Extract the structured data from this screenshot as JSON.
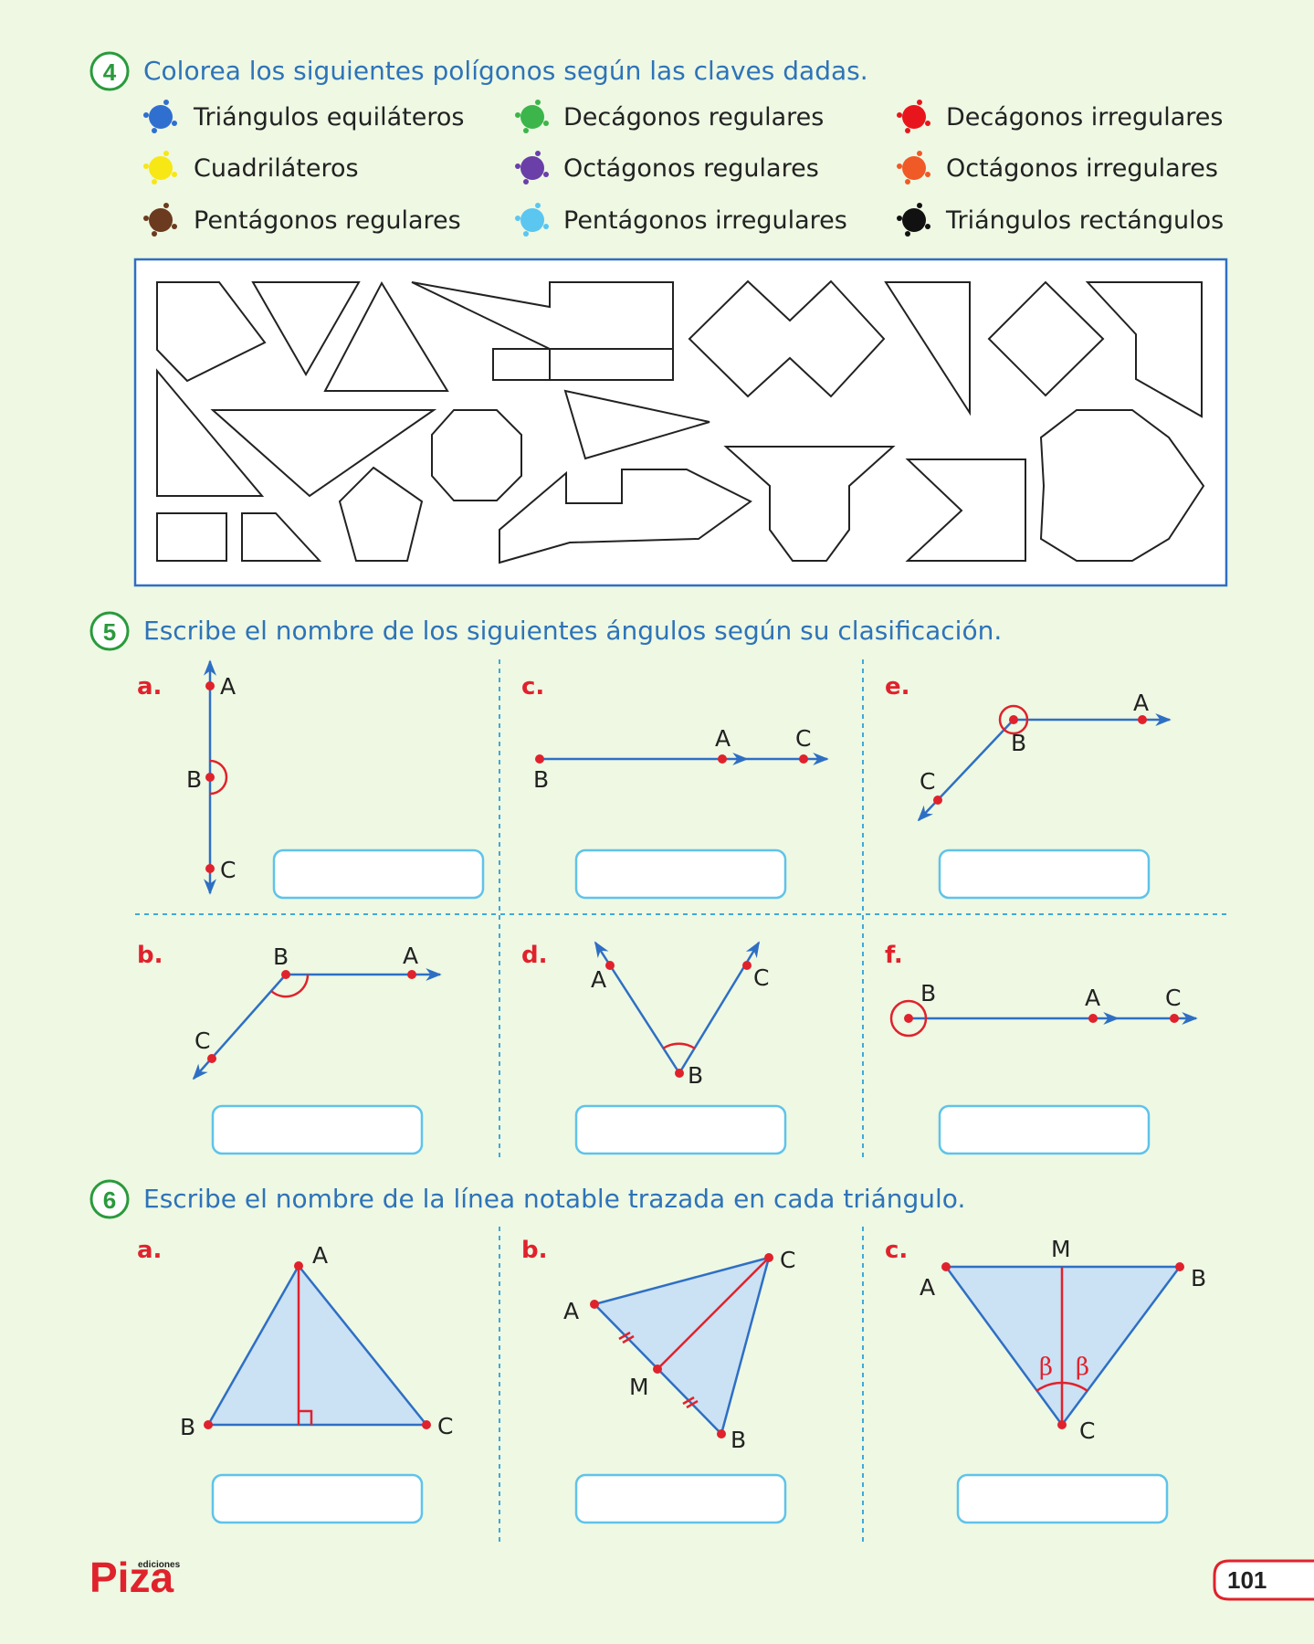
{
  "exercise4": {
    "number": "4",
    "instruction": "Colorea los siguientes polígonos según las claves dadas.",
    "legend": [
      {
        "label": "Triángulos equiláteros",
        "color": "#2f6fd0"
      },
      {
        "label": "Decágonos regulares",
        "color": "#3cb54a"
      },
      {
        "label": "Decágonos irregulares",
        "color": "#e8161c"
      },
      {
        "label": "Cuadriláteros",
        "color": "#f7e714"
      },
      {
        "label": "Octágonos regulares",
        "color": "#6a3fa8"
      },
      {
        "label": "Octágonos irregulares",
        "color": "#f05a26"
      },
      {
        "label": "Pentágonos regulares",
        "color": "#6b3a1f"
      },
      {
        "label": "Pentágonos irregulares",
        "color": "#5bc6f0"
      },
      {
        "label": "Triángulos rectángulos",
        "color": "#111111"
      }
    ]
  },
  "exercise5": {
    "number": "5",
    "instruction": "Escribe el nombre de los siguientes ángulos según su clasificación.",
    "items": [
      {
        "letter": "a.",
        "points": [
          "A",
          "B",
          "C"
        ]
      },
      {
        "letter": "c.",
        "points": [
          "B",
          "A",
          "C"
        ]
      },
      {
        "letter": "e.",
        "points": [
          "B",
          "A",
          "C"
        ]
      },
      {
        "letter": "b.",
        "points": [
          "B",
          "A",
          "C"
        ]
      },
      {
        "letter": "d.",
        "points": [
          "A",
          "C",
          "B"
        ]
      },
      {
        "letter": "f.",
        "points": [
          "B",
          "A",
          "C"
        ]
      }
    ]
  },
  "exercise6": {
    "number": "6",
    "instruction": "Escribe el nombre de la línea notable trazada en cada triángulo.",
    "items": [
      {
        "letter": "a.",
        "points": [
          "A",
          "B",
          "C"
        ]
      },
      {
        "letter": "b.",
        "points": [
          "C",
          "A",
          "M",
          "B"
        ]
      },
      {
        "letter": "c.",
        "points": [
          "M",
          "A",
          "B",
          "C"
        ],
        "angle_symbol": "β"
      }
    ]
  },
  "footer": {
    "logo": "Piza",
    "logo_small": "ediciones",
    "page_number": "101"
  }
}
